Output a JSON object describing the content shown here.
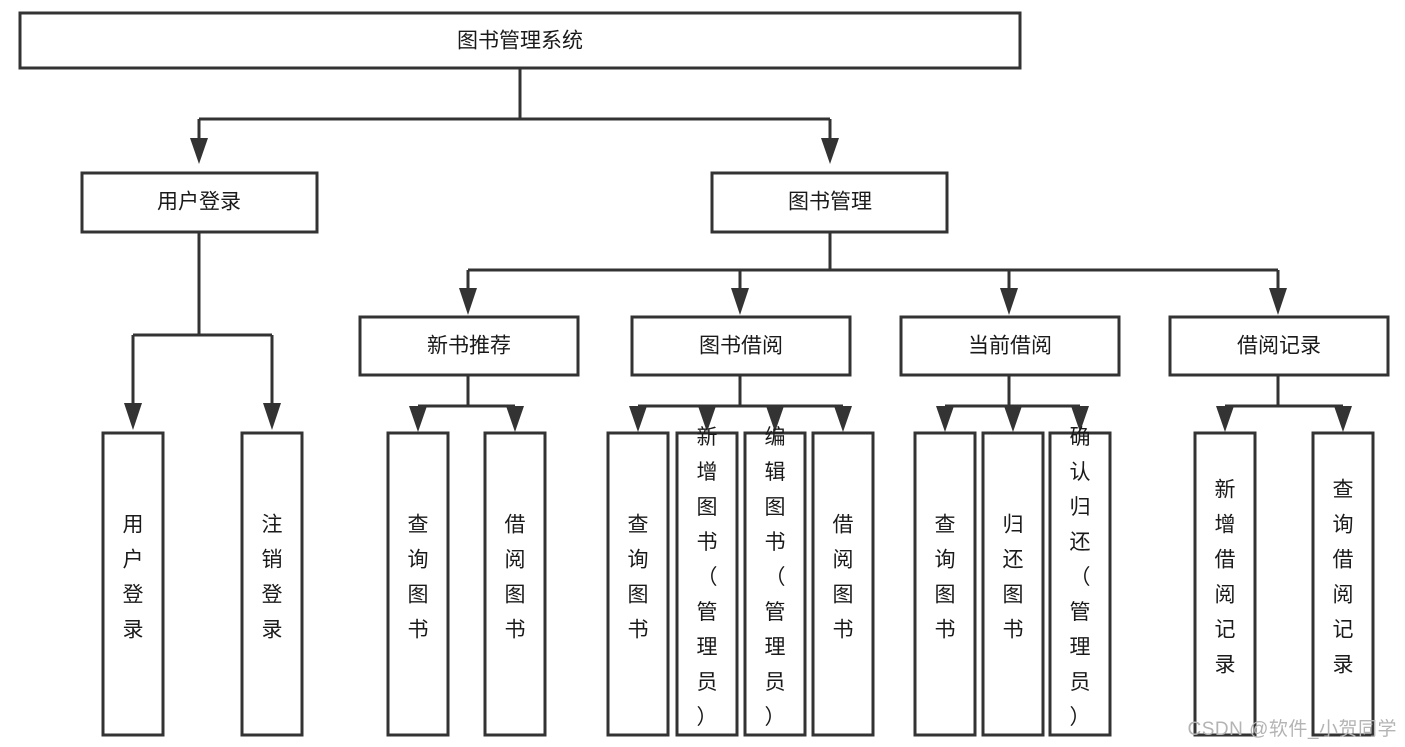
{
  "diagram": {
    "title": "图书管理系统",
    "type": "tree",
    "watermark": "CSDN @软件_小贺同学",
    "colors": {
      "stroke": "#333333",
      "fill": "#ffffff",
      "text": "#1a1a1a",
      "watermark": "#b4b4b4",
      "background": "#ffffff"
    },
    "root": {
      "id": "root",
      "label": "图书管理系统",
      "orientation": "horizontal"
    },
    "level1": [
      {
        "id": "user-login",
        "label": "用户登录",
        "orientation": "horizontal"
      },
      {
        "id": "book-manage",
        "label": "图书管理",
        "orientation": "horizontal"
      }
    ],
    "level2": [
      {
        "id": "new-book-recommend",
        "label": "新书推荐",
        "orientation": "horizontal",
        "parent": "book-manage"
      },
      {
        "id": "book-borrow",
        "label": "图书借阅",
        "orientation": "horizontal",
        "parent": "book-manage"
      },
      {
        "id": "current-borrow",
        "label": "当前借阅",
        "orientation": "horizontal",
        "parent": "book-manage"
      },
      {
        "id": "borrow-record",
        "label": "借阅记录",
        "orientation": "horizontal",
        "parent": "book-manage"
      }
    ],
    "leaves": [
      {
        "id": "leaf-user-login",
        "label": "用户登录",
        "orientation": "vertical",
        "parent": "user-login"
      },
      {
        "id": "leaf-user-logout",
        "label": "注销登录",
        "orientation": "vertical",
        "parent": "user-login"
      },
      {
        "id": "leaf-query-book-1",
        "label": "查询图书",
        "orientation": "vertical",
        "parent": "new-book-recommend"
      },
      {
        "id": "leaf-borrow-book-1",
        "label": "借阅图书",
        "orientation": "vertical",
        "parent": "new-book-recommend"
      },
      {
        "id": "leaf-query-book-2",
        "label": "查询图书",
        "orientation": "vertical",
        "parent": "book-borrow"
      },
      {
        "id": "leaf-add-book",
        "label": "新增图书（管理员）",
        "orientation": "vertical",
        "parent": "book-borrow"
      },
      {
        "id": "leaf-edit-book",
        "label": "编辑图书（管理员）",
        "orientation": "vertical",
        "parent": "book-borrow"
      },
      {
        "id": "leaf-borrow-book-2",
        "label": "借阅图书",
        "orientation": "vertical",
        "parent": "book-borrow"
      },
      {
        "id": "leaf-query-book-3",
        "label": "查询图书",
        "orientation": "vertical",
        "parent": "current-borrow"
      },
      {
        "id": "leaf-return-book",
        "label": "归还图书",
        "orientation": "vertical",
        "parent": "current-borrow"
      },
      {
        "id": "leaf-confirm-return",
        "label": "确认归还（管理员）",
        "orientation": "vertical",
        "parent": "current-borrow"
      },
      {
        "id": "leaf-add-record",
        "label": "新增借阅记录",
        "orientation": "vertical",
        "parent": "borrow-record"
      },
      {
        "id": "leaf-query-record",
        "label": "查询借阅记录",
        "orientation": "vertical",
        "parent": "borrow-record"
      }
    ]
  }
}
